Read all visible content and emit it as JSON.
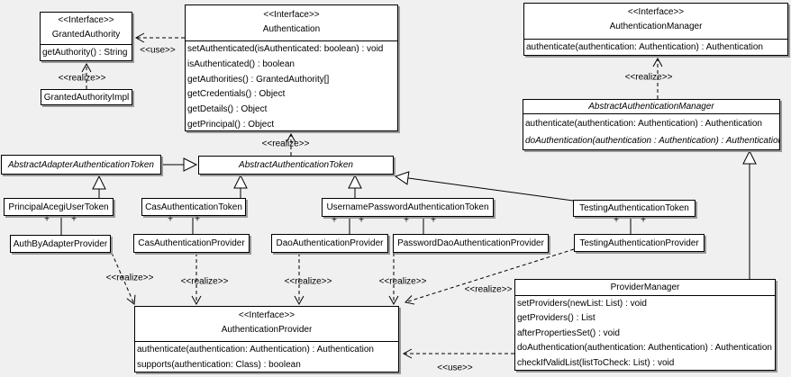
{
  "stereotype_interface": "<<Interface>>",
  "classes": {
    "granted_authority": {
      "stereotype": "<<Interface>>",
      "name": "GrantedAuthority",
      "methods": [
        "getAuthority() : String"
      ]
    },
    "granted_authority_impl": {
      "name": "GrantedAuthorityImpl"
    },
    "authentication": {
      "stereotype": "<<Interface>>",
      "name": "Authentication",
      "methods": [
        "setAuthenticated(isAuthenticated: boolean) : void",
        "isAuthenticated() : boolean",
        "getAuthorities() : GrantedAuthority[]",
        "getCredentials() : Object",
        "getDetails() : Object",
        "getPrincipal() : Object"
      ]
    },
    "authentication_manager": {
      "stereotype": "<<Interface>>",
      "name": "AuthenticationManager",
      "methods": [
        "authenticate(authentication: Authentication) : Authentication"
      ]
    },
    "abstract_authentication_manager": {
      "name": "AbstractAuthenticationManager",
      "abstract": true,
      "methods": [
        "authenticate(authentication: Authentication) : Authentication",
        "doAuthentication(authentication : Authentication) : Authentication"
      ]
    },
    "abstract_adapter_authentication_token": {
      "name": "AbstractAdapterAuthenticationToken",
      "abstract": true
    },
    "abstract_authentication_token": {
      "name": "AbstractAuthenticationToken",
      "abstract": true
    },
    "principal_acegi_user_token": {
      "name": "PrincipalAcegiUserToken"
    },
    "cas_authentication_token": {
      "name": "CasAuthenticationToken"
    },
    "username_password_authentication_token": {
      "name": "UsernamePasswordAuthenticationToken"
    },
    "testing_authentication_token": {
      "name": "TestingAuthenticationToken"
    },
    "auth_by_adapter_provider": {
      "name": "AuthByAdapterProvider"
    },
    "cas_authentication_provider": {
      "name": "CasAuthenticationProvider"
    },
    "dao_authentication_provider": {
      "name": "DaoAuthenticationProvider"
    },
    "password_dao_authentication_provider": {
      "name": "PasswordDaoAuthenticationProvider"
    },
    "testing_authentication_provider": {
      "name": "TestingAuthenticationProvider"
    },
    "authentication_provider": {
      "stereotype": "<<Interface>>",
      "name": "AuthenticationProvider",
      "methods": [
        "authenticate(authentication: Authentication) : Authentication",
        "supports(authentication: Class) : boolean"
      ]
    },
    "provider_manager": {
      "name": "ProviderManager",
      "methods": [
        "setProviders(newList: List) : void",
        "getProviders() : List",
        "afterPropertiesSet() : void",
        "doAuthentication(authentication: Authentication) : Authentication",
        "checkIfValidList(listToCheck: List) : void"
      ]
    }
  },
  "relationships": [
    {
      "from": "GrantedAuthorityImpl",
      "to": "GrantedAuthority",
      "type": "realize",
      "label": "<<realize>>"
    },
    {
      "from": "Authentication",
      "to": "GrantedAuthority",
      "type": "use",
      "label": "<<use>>"
    },
    {
      "from": "AbstractAuthenticationToken",
      "to": "Authentication",
      "type": "realize",
      "label": "<<realize>>"
    },
    {
      "from": "AbstractAuthenticationManager",
      "to": "AuthenticationManager",
      "type": "realize",
      "label": "<<realize>>"
    },
    {
      "from": "AuthByAdapterProvider",
      "to": "AuthenticationProvider",
      "type": "realize",
      "label": "<<realize>>"
    },
    {
      "from": "CasAuthenticationProvider",
      "to": "AuthenticationProvider",
      "type": "realize",
      "label": "<<realize>>"
    },
    {
      "from": "DaoAuthenticationProvider",
      "to": "AuthenticationProvider",
      "type": "realize",
      "label": "<<realize>>"
    },
    {
      "from": "PasswordDaoAuthenticationProvider",
      "to": "AuthenticationProvider",
      "type": "realize",
      "label": "<<realize>>"
    },
    {
      "from": "TestingAuthenticationProvider",
      "to": "AuthenticationProvider",
      "type": "realize",
      "label": "<<realize>>"
    },
    {
      "from": "ProviderManager",
      "to": "AuthenticationProvider",
      "type": "use",
      "label": "<<use>>"
    },
    {
      "from": "AbstractAdapterAuthenticationToken",
      "to": "AbstractAuthenticationToken",
      "type": "generalization"
    },
    {
      "from": "PrincipalAcegiUserToken",
      "to": "AbstractAdapterAuthenticationToken",
      "type": "generalization"
    },
    {
      "from": "CasAuthenticationToken",
      "to": "AbstractAuthenticationToken",
      "type": "generalization"
    },
    {
      "from": "UsernamePasswordAuthenticationToken",
      "to": "AbstractAuthenticationToken",
      "type": "generalization"
    },
    {
      "from": "TestingAuthenticationToken",
      "to": "AbstractAuthenticationToken",
      "type": "generalization"
    },
    {
      "from": "ProviderManager",
      "to": "AbstractAuthenticationManager",
      "type": "generalization"
    },
    {
      "from": "PrincipalAcegiUserToken",
      "to": "AuthByAdapterProvider",
      "type": "association",
      "end_labels": [
        "+",
        "+"
      ]
    },
    {
      "from": "CasAuthenticationToken",
      "to": "CasAuthenticationProvider",
      "type": "association",
      "end_labels": [
        "+",
        "+"
      ]
    },
    {
      "from": "UsernamePasswordAuthenticationToken",
      "to": "DaoAuthenticationProvider",
      "type": "association",
      "end_labels": [
        "+",
        "+"
      ]
    },
    {
      "from": "UsernamePasswordAuthenticationToken",
      "to": "PasswordDaoAuthenticationProvider",
      "type": "association",
      "end_labels": [
        "+",
        "+"
      ]
    },
    {
      "from": "TestingAuthenticationToken",
      "to": "TestingAuthenticationProvider",
      "type": "association",
      "end_labels": [
        "+",
        "+"
      ]
    }
  ],
  "colors": {
    "background": "#f0f0f0",
    "box_fill": "#ffffff",
    "line": "#000000",
    "shadow": "#999999"
  }
}
